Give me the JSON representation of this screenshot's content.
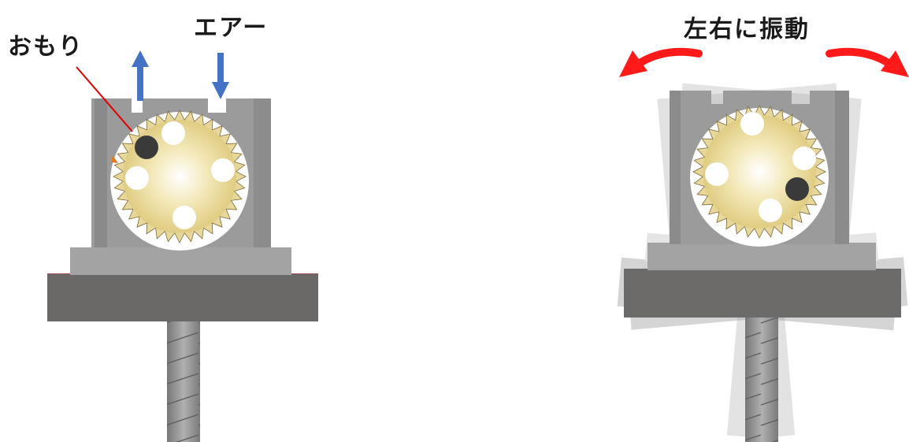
{
  "labels": {
    "weight": "おもり",
    "air": "エアー",
    "vibrate": "左右に振動"
  },
  "colors": {
    "air_arrow": "#4472c4",
    "swing_arrow": "#ff1a1a",
    "leader_line": "#e00000",
    "housing": "#9a9a9a",
    "base_plate": "#a3a3a3",
    "base_dark": "#6b6868",
    "rod": "#8c8c8c",
    "ball": "#efe2a2",
    "weight_ball": "#3a3a3a"
  },
  "icons": [
    "arrow-up-icon",
    "arrow-down-icon",
    "swing-left-arrow-icon",
    "swing-right-arrow-icon"
  ]
}
